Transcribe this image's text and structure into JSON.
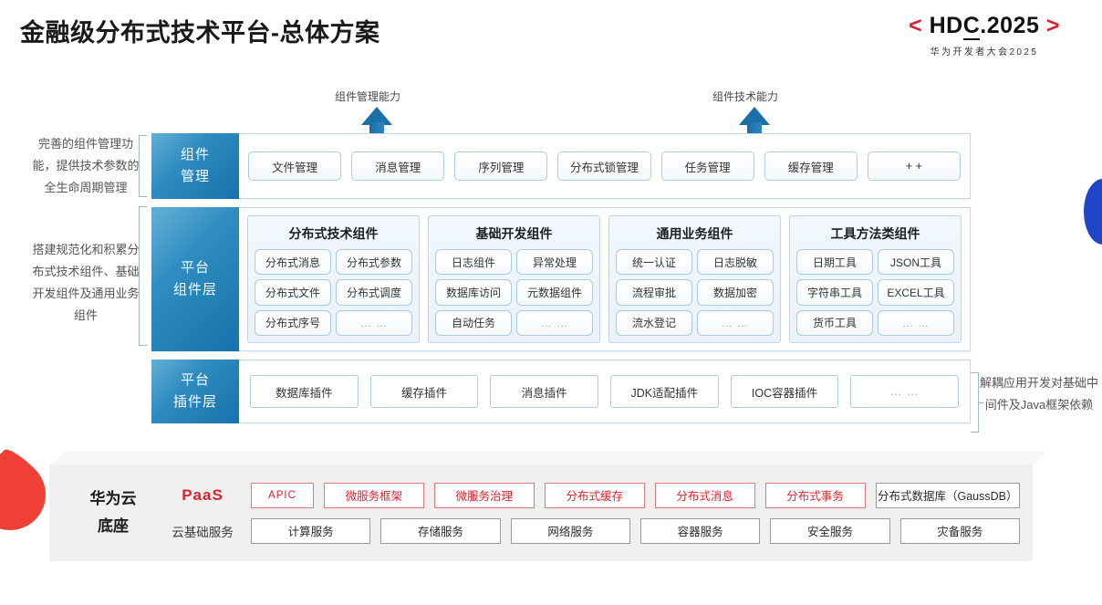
{
  "header": {
    "title": "金融级分布式技术平台-总体方案",
    "logo": {
      "bracket_left": "<",
      "main_pre": "HD",
      "main_c": "C",
      "main_post": ".2025",
      "bracket_right": ">",
      "subtitle": "华为开发者大会2025",
      "bracket_color": "#d9232e"
    }
  },
  "arrows": {
    "left_label": "组件管理能力",
    "right_label": "组件技术能力",
    "color": "#1b6fa8"
  },
  "annotations": {
    "left_top": "完善的组件管理功能，提供技术参数的全生命周期管理",
    "left_bottom": "搭建规范化和积累分布式技术组件、基础开发组件及通用业务组件",
    "right": "解耦应用开发对基础中间件及Java框架依赖"
  },
  "bands": [
    {
      "id": "band-mgmt",
      "label_line1": "组件",
      "label_line2": "管理",
      "chips": [
        "文件管理",
        "消息管理",
        "序列管理",
        "分布式锁管理",
        "任务管理",
        "缓存管理",
        "+ +"
      ]
    },
    {
      "id": "band-comp",
      "label_line1": "平台",
      "label_line2": "组件层",
      "groups": [
        {
          "title": "分布式技术组件",
          "cells": [
            "分布式消息",
            "分布式参数",
            "分布式文件",
            "分布式调度",
            "分布式序号",
            "… …"
          ]
        },
        {
          "title": "基础开发组件",
          "cells": [
            "日志组件",
            "异常处理",
            "数据库访问",
            "元数据组件",
            "自动任务",
            "… …"
          ]
        },
        {
          "title": "通用业务组件",
          "cells": [
            "统一认证",
            "日志脱敏",
            "流程审批",
            "数据加密",
            "流水登记",
            "… …"
          ]
        },
        {
          "title": "工具方法类组件",
          "cells": [
            "日期工具",
            "JSON工具",
            "字符串工具",
            "EXCEL工具",
            "货币工具",
            "… …"
          ]
        }
      ]
    },
    {
      "id": "band-plugin",
      "label_line1": "平台",
      "label_line2": "插件层",
      "plugs": [
        "数据库插件",
        "缓存插件",
        "消息插件",
        "JDK适配插件",
        "IOC容器插件",
        "… …"
      ]
    }
  ],
  "base": {
    "title_line1": "华为云",
    "title_line2": "底座",
    "paas_tag": "PaaS",
    "iaas_tag": "云基础服务",
    "paas_items": [
      "APIC",
      "微服务框架",
      "微服务治理",
      "分布式缓存",
      "分布式消息",
      "分布式事务",
      "分布式数据库（GaussDB）"
    ],
    "iaas_items": [
      "计算服务",
      "存储服务",
      "网络服务",
      "容器服务",
      "安全服务",
      "灾备服务"
    ],
    "accent_red": "#d9232e",
    "panel_bg": "#eff0ef"
  }
}
